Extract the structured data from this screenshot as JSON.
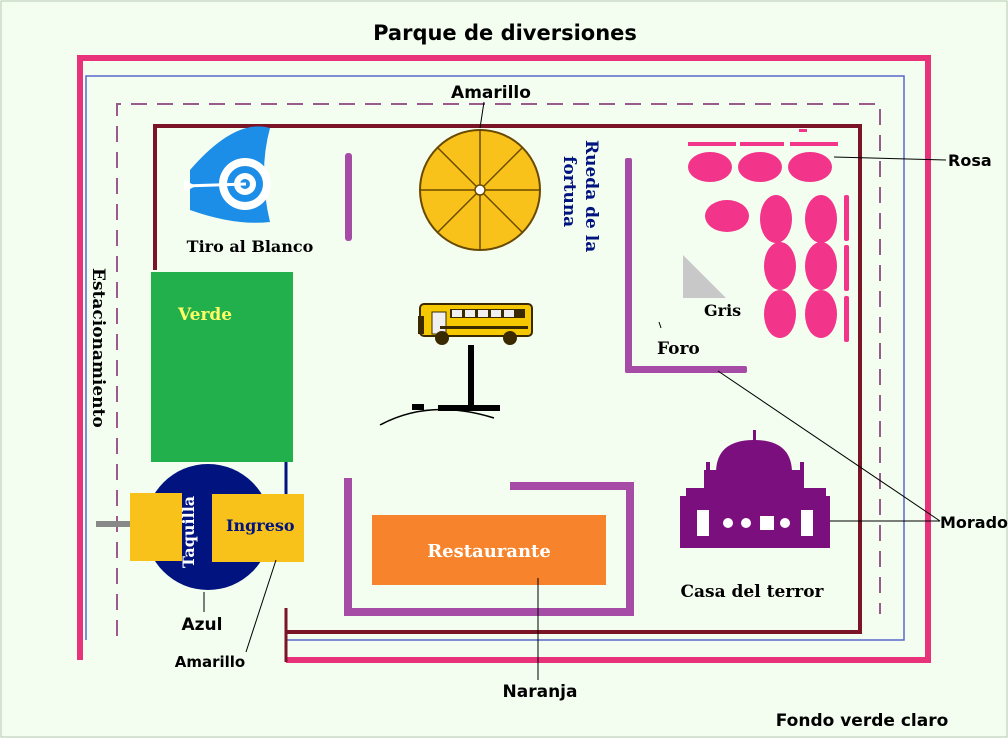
{
  "title": "Parque de diversiones",
  "labels": {
    "amarillo_top": "Amarillo",
    "rueda": [
      "Rueda de la",
      "fortuna"
    ],
    "rosa": "Rosa",
    "tiro": "Tiro al Blanco",
    "estacionamiento": "Estacionamiento",
    "verde": "Verde",
    "gris": "Gris",
    "foro": "Foro",
    "morado": "Morado",
    "taquilla": "Taquilla",
    "ingreso": "Ingreso",
    "restaurante": "Restaurante",
    "casa_terror": "Casa del terror",
    "azul": "Azul",
    "amarillo_bottom": "Amarillo",
    "naranja": "Naranja",
    "fondo": "Fondo verde claro"
  },
  "colors": {
    "background": "#f3fdf0",
    "pink": "#e8327a",
    "blue_line": "#5b67c9",
    "maroon": "#7a1426",
    "purple": "#a64ca6",
    "dashed": "#9c5a8c",
    "green": "#21b04b",
    "navy": "#00137f",
    "yellow": "#f9c21a",
    "orange": "#f7842c",
    "magenta": "#f2348a",
    "dark_purple": "#7b0f7e",
    "gray": "#c8c8c8"
  },
  "icons": [
    "target-icon",
    "ferris-wheel-icon",
    "bus-sign-icon",
    "haunted-house-icon"
  ]
}
